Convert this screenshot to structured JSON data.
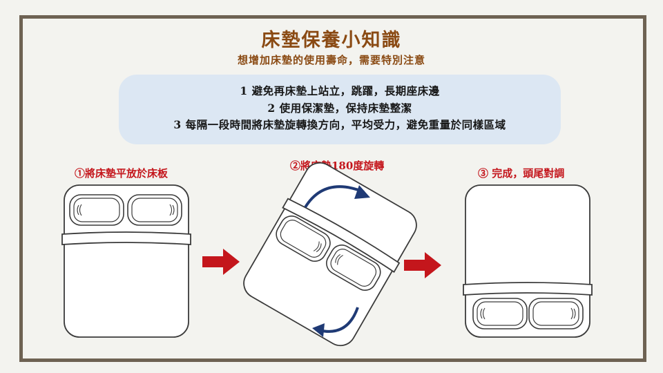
{
  "title": "床墊保養小知識",
  "subtitle": "想增加床墊的使用壽命，需要特別注意",
  "tips": [
    "1  避免再床墊上站立，跳躍，長期座床邊",
    "2  使用保潔墊，保持床墊整潔",
    "3  每隔一段時間將床墊旋轉換方向，平均受力，避免重量於同樣區域"
  ],
  "steps": [
    {
      "label": "①將床墊平放於床板"
    },
    {
      "label": "②將床墊180度旋轉"
    },
    {
      "label": "③ 完成，頭尾對調"
    }
  ],
  "colors": {
    "frame": "#6e6253",
    "title": "#8a4a13",
    "tip_box": "#dce7f3",
    "step_label": "#c4161c",
    "arrow": "#c4161c",
    "rotate_arrow": "#1f3a75"
  }
}
